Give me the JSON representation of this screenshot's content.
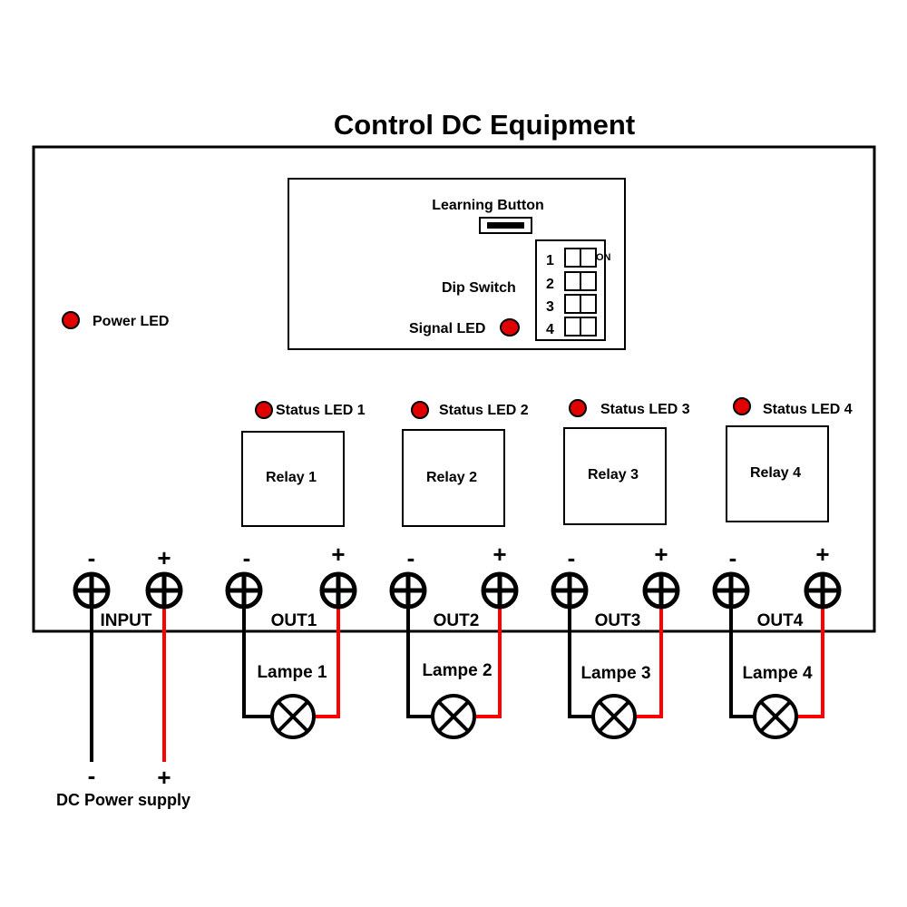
{
  "title": "Control DC Equipment",
  "power_led_label": "Power LED",
  "control_panel": {
    "learning_button_label": "Learning Button",
    "dip_switch_label": "Dip Switch",
    "dip_on_label": "ON",
    "dip_numbers": [
      "1",
      "2",
      "3",
      "4"
    ],
    "signal_led_label": "Signal LED"
  },
  "channels": [
    {
      "status_led": "Status LED 1",
      "relay": "Relay 1",
      "output": "OUT1",
      "lamp": "Lampe 1"
    },
    {
      "status_led": "Status LED 2",
      "relay": "Relay 2",
      "output": "OUT2",
      "lamp": "Lampe 2"
    },
    {
      "status_led": "Status LED 3",
      "relay": "Relay 3",
      "output": "OUT3",
      "lamp": "Lampe 3"
    },
    {
      "status_led": "Status LED 4",
      "relay": "Relay 4",
      "output": "OUT4",
      "lamp": "Lampe 4"
    }
  ],
  "polarity": {
    "minus": "-",
    "plus": "+"
  },
  "input_label": "INPUT",
  "supply_label": "DC Power supply",
  "colors": {
    "led": "#e00000",
    "positive_wire": "#ff0000",
    "negative_wire": "#000000"
  }
}
